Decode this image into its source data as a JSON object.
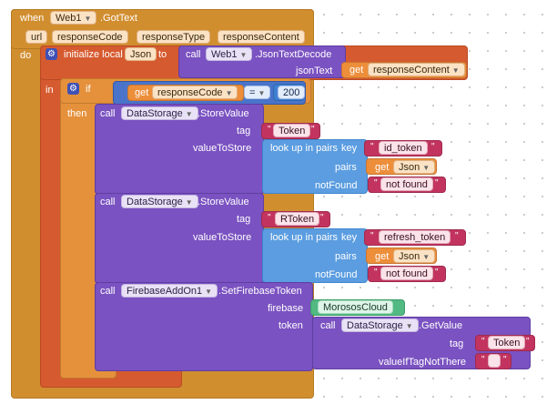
{
  "event": {
    "when": "when",
    "component": "Web1",
    "event": ".GotText",
    "do": "do",
    "params": [
      "url",
      "responseCode",
      "responseType",
      "responseContent"
    ]
  },
  "init_local": {
    "label": "initialize local",
    "name": "Json",
    "to": "to",
    "in": "in"
  },
  "call_json": {
    "call": "call",
    "component": "Web1",
    "method": ".JsonTextDecode",
    "param": "jsonText"
  },
  "get_content": {
    "get": "get",
    "var": "responseContent"
  },
  "if_block": {
    "if": "if",
    "then": "then",
    "get": "get",
    "var": "responseCode",
    "op": "=",
    "value": "200"
  },
  "store1": {
    "call": "call",
    "component": "DataStorage",
    "method": ".StoreValue",
    "tag_label": "tag",
    "tag_value": "Token",
    "value_label": "valueToStore",
    "lookup": "look up in pairs",
    "key_label": "key",
    "key_value": "id_token",
    "pairs_label": "pairs",
    "get": "get",
    "pairs_var": "Json",
    "notfound_label": "notFound",
    "notfound_value": "not found"
  },
  "store2": {
    "call": "call",
    "component": "DataStorage",
    "method": ".StoreValue",
    "tag_label": "tag",
    "tag_value": "RToken",
    "value_label": "valueToStore",
    "lookup": "look up in pairs",
    "key_label": "key",
    "key_value": "refresh_token",
    "pairs_label": "pairs",
    "get": "get",
    "pairs_var": "Json",
    "notfound_label": "notFound",
    "notfound_value": "not found"
  },
  "firebase": {
    "call": "call",
    "component": "FirebaseAddOn1",
    "method": ".SetFirebaseToken",
    "firebase_label": "firebase",
    "firebase_value": "MorososCloud",
    "token_label": "token",
    "get_call": "call",
    "get_component": "DataStorage",
    "get_method": ".GetValue",
    "tag_label": "tag",
    "tag_value": "Token",
    "default_label": "valueIfTagNotThere"
  },
  "colors": {
    "event": "#d18e2f",
    "local": "#d65a2f",
    "control": "#e5913b",
    "component": "#7a52c1",
    "list": "#5b9de0",
    "text": "#c2345f",
    "variable": "#ed8e3a"
  }
}
